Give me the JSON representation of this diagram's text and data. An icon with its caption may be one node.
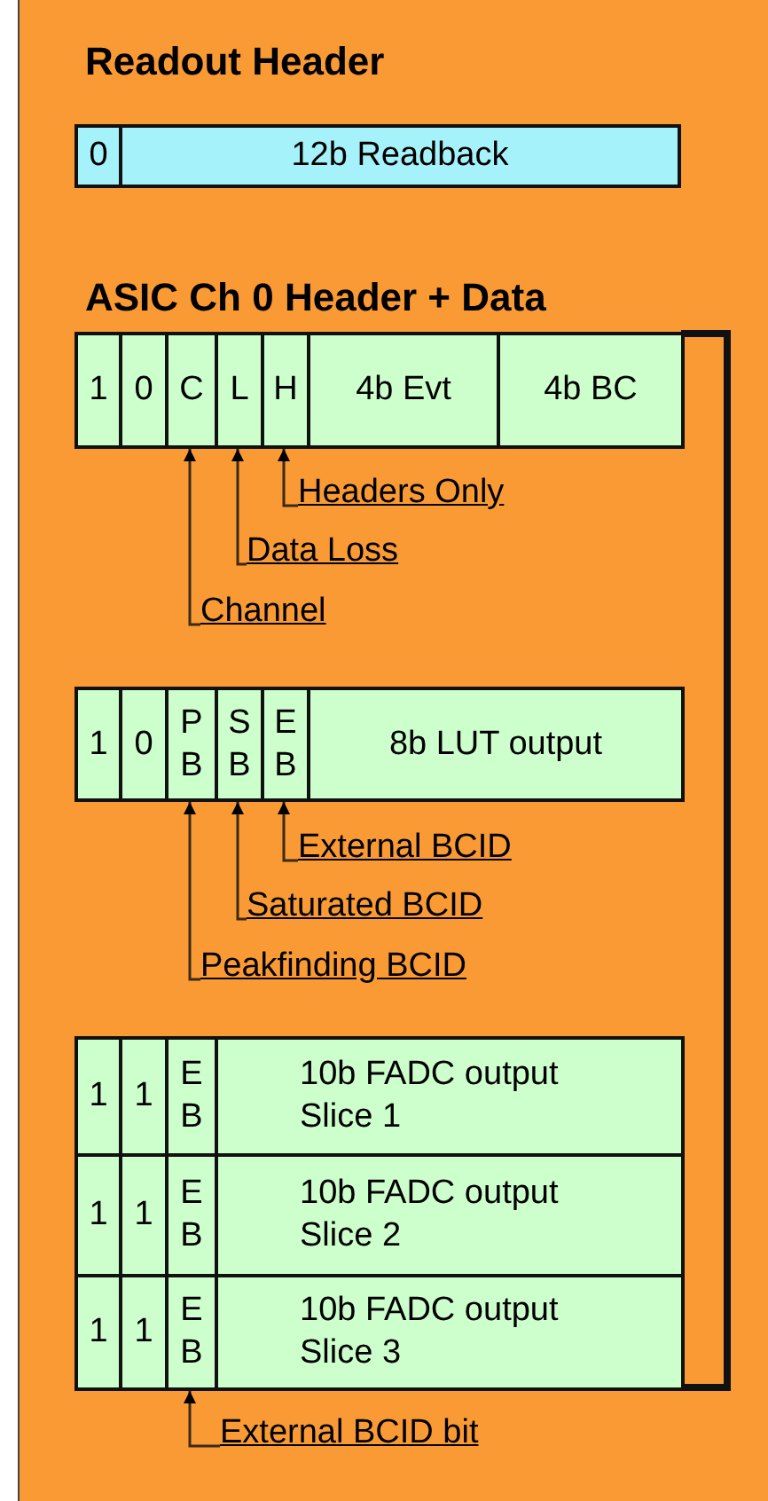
{
  "diagram": {
    "nodes": [
      {
        "text": [
          "0"
        ]
      },
      {
        "text": [
          "12b Readback"
        ]
      },
      {
        "text": [
          "1"
        ]
      },
      {
        "text": [
          "0"
        ]
      },
      {
        "text": [
          "C"
        ]
      },
      {
        "text": [
          "L"
        ]
      },
      {
        "text": [
          "H"
        ]
      },
      {
        "text": [
          "4b Evt"
        ]
      },
      {
        "text": [
          "4b BC"
        ]
      },
      {
        "text": [
          "Headers Only"
        ]
      },
      {
        "text": [
          "Data Loss"
        ]
      },
      {
        "text": [
          "Channel"
        ]
      },
      {
        "text": [
          "1"
        ]
      },
      {
        "text": [
          "0"
        ]
      },
      {
        "text": [
          "P B"
        ]
      },
      {
        "text": [
          "S B"
        ]
      },
      {
        "text": [
          "E B"
        ]
      },
      {
        "text": [
          "8b LUT output"
        ]
      },
      {
        "text": [
          "External BCID"
        ]
      },
      {
        "text": [
          "Saturated BCID"
        ]
      },
      {
        "text": [
          "Peakfinding BCID"
        ]
      },
      {
        "text": [
          "1"
        ]
      },
      {
        "text": [
          "1"
        ]
      },
      {
        "text": [
          "E B"
        ]
      },
      {
        "text": [
          "10b FADC output Slice 1"
        ]
      },
      {
        "text": [
          "1"
        ]
      },
      {
        "text": [
          "1"
        ]
      },
      {
        "text": [
          "E B"
        ]
      },
      {
        "text": [
          "10b FADC output Slice 2"
        ]
      },
      {
        "text": [
          "1"
        ]
      },
      {
        "text": [
          "1"
        ]
      },
      {
        "text": [
          "E B"
        ]
      },
      {
        "text": [
          "10b FADC output Slice 3"
        ]
      },
      {
        "text": [
          "External BCID bit"
        ]
      }
    ],
    "edges": [
      {
        "from": 9,
        "to": 6,
        "arrow": "to"
      },
      {
        "from": 10,
        "to": 5,
        "arrow": "to"
      },
      {
        "from": 11,
        "to": 4,
        "arrow": "to"
      },
      {
        "from": 18,
        "to": 16,
        "arrow": "to"
      },
      {
        "from": 19,
        "to": 15,
        "arrow": "to"
      },
      {
        "from": 20,
        "to": 14,
        "arrow": "to"
      },
      {
        "from": 33,
        "to": 31,
        "arrow": "to"
      }
    ],
    "labels": [
      "Readout Header",
      "ASIC Ch 0 Header + Data"
    ]
  }
}
